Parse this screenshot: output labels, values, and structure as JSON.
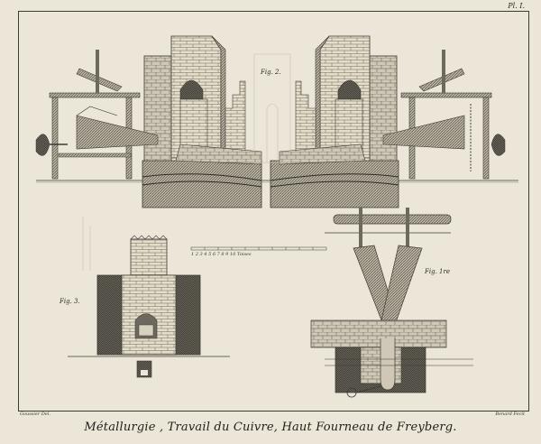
{
  "plate_number": "Pl. I.",
  "fig_2_label": "Fig. 2.",
  "fig_3_label": "Fig. 3.",
  "fig_1_label": "Fig. 1re",
  "scale_label": "1 2 3 4 5 6 7 8 9 10 Toises",
  "title": "Métallurgie , Travail du Cuivre, Haut Fourneau de Freyberg.",
  "signature_left": "Goussier Del.",
  "signature_right": "Benard Fecit"
}
